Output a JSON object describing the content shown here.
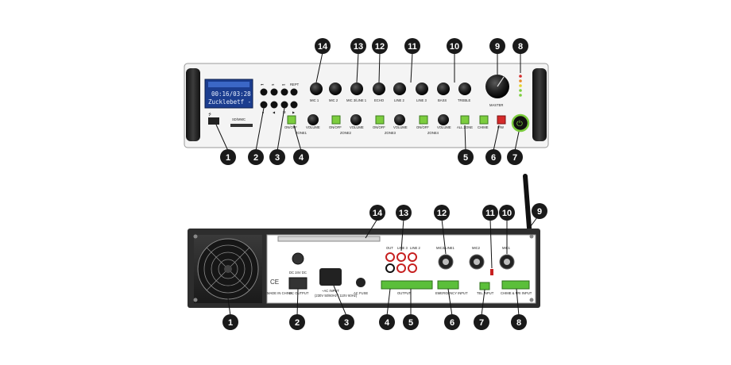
{
  "front": {
    "lcd": {
      "line1": "00:16/03:28",
      "line2": "Zucklebetf - H"
    },
    "sd_label": "SD/MMC",
    "buttons_top": [
      "⏮",
      "⏯",
      "⏭",
      "REPT"
    ],
    "buttons_bot": [
      "⏹",
      "◀",
      "M",
      "▶"
    ],
    "knobs": [
      "MIC 1",
      "MIC 2",
      "MIC 3/LINE 1",
      "ECHO",
      "LINE 2",
      "LINE 3",
      "BASS",
      "TREBLE"
    ],
    "master_label": "MASTER",
    "zone_onoff_label": "ON/OFF",
    "zone_volume_label": "VOLUME",
    "zone_labels": [
      "ZONE1",
      "ZONE2",
      "ZONE3",
      "ZONE4"
    ],
    "all_zone_label": "ALL ZONE",
    "chime_label": "CHIME",
    "pwr_label": "P/W"
  },
  "rear": {
    "dc_label": "DC 24V DC",
    "dc_output_label": "DC OUTPUT",
    "ac_input_label": "~AC INPUT",
    "ac_input_sub": "(230V 50/60Hz / 110V 60Hz)",
    "ac_fuse_label": "AC FUSE",
    "made_in_label": "MADE IN CHINA",
    "rca_labels": [
      "OUT",
      "LINE 3",
      "LINE 2"
    ],
    "output_label": "OUTPUT",
    "mic_labels": [
      "MIC3/LINE1",
      "MIC2",
      "MIC1"
    ],
    "emergency_label": "EMERGENCY INPUT",
    "tel_label": "TEL INPUT",
    "chime_label": "CHIME & PRI INPUT"
  },
  "callouts_front": [
    "14",
    "13",
    "12",
    "11",
    "10",
    "9",
    "8",
    "1",
    "2",
    "3",
    "4",
    "5",
    "6",
    "7"
  ],
  "callouts_rear": [
    "14",
    "13",
    "12",
    "11",
    "10",
    "9",
    "1",
    "2",
    "3",
    "4",
    "5",
    "6",
    "7",
    "8"
  ],
  "colors": {
    "badge": "#1a1a1a",
    "panel_front": "#f4f4f4",
    "panel_rear": "#2d2d2d",
    "led_green": "#7ccd3e",
    "led_red": "#d52a2a",
    "lcd_bg": "#1b3d8f"
  }
}
